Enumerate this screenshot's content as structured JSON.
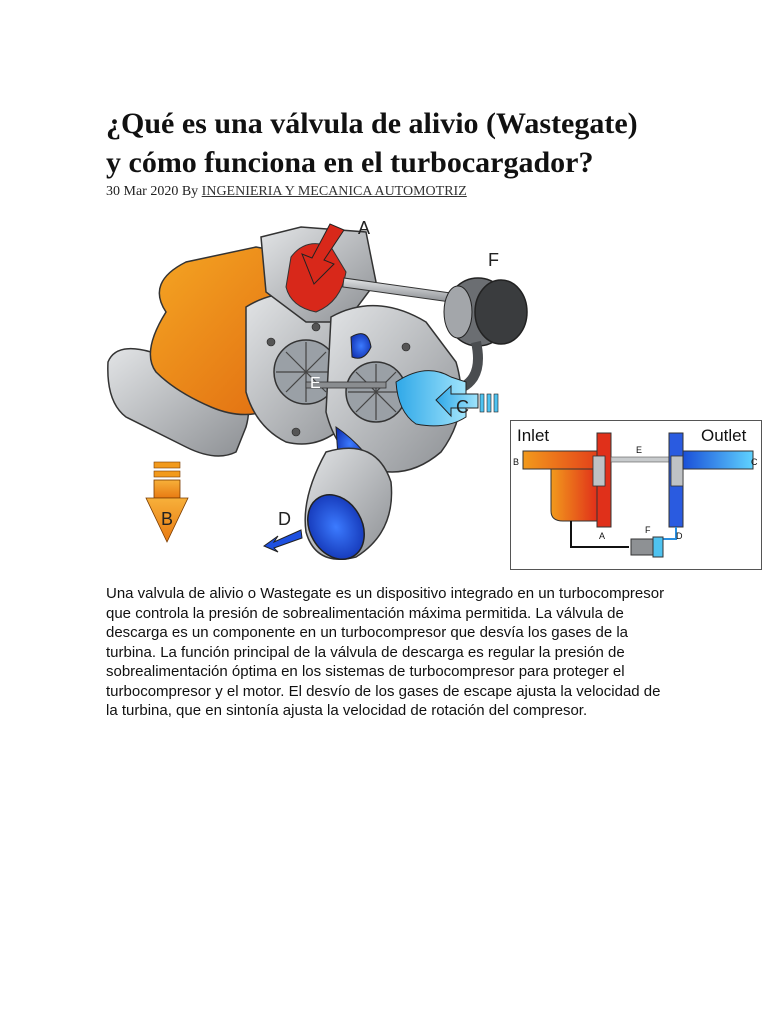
{
  "article": {
    "title_line1": "¿Qué es una válvula de alivio (Wastegate)",
    "title_line2": "y cómo funciona en el turbocargador?",
    "date": "30 Mar 2020",
    "by": "By",
    "author": "INGENIERIA Y MECANICA AUTOMOTRIZ",
    "paragraph": "Una valvula de alivio o Wastegate es un dispositivo integrado en un turbocompresor que controla la presión de sobrealimentación máxima permitida.  La válvula de descarga es un componente en un turbocompresor que desvía los gases de la turbina. La función principal de la válvula de descarga es regular la presión de sobrealimentación óptima en los sistemas de turbocompresor para proteger el turbocompresor y el motor. El desvío de los gases de escape ajusta la velocidad de la turbina, que en sintonía ajusta la velocidad de rotación del compresor."
  },
  "figure": {
    "labels": {
      "a": "A",
      "b": "B",
      "c": "C",
      "d": "D",
      "e": "E",
      "f": "F"
    },
    "inset": {
      "inlet": "Inlet",
      "outlet": "Outlet",
      "a": "A",
      "b": "B",
      "c": "C",
      "d": "D",
      "e": "E",
      "f": "F"
    }
  },
  "colors": {
    "hot": "#e8540c",
    "warm": "#f29a1c",
    "cool": "#2a6de0",
    "intake": "#4fc3f0",
    "metal": "#b9bcbf"
  }
}
